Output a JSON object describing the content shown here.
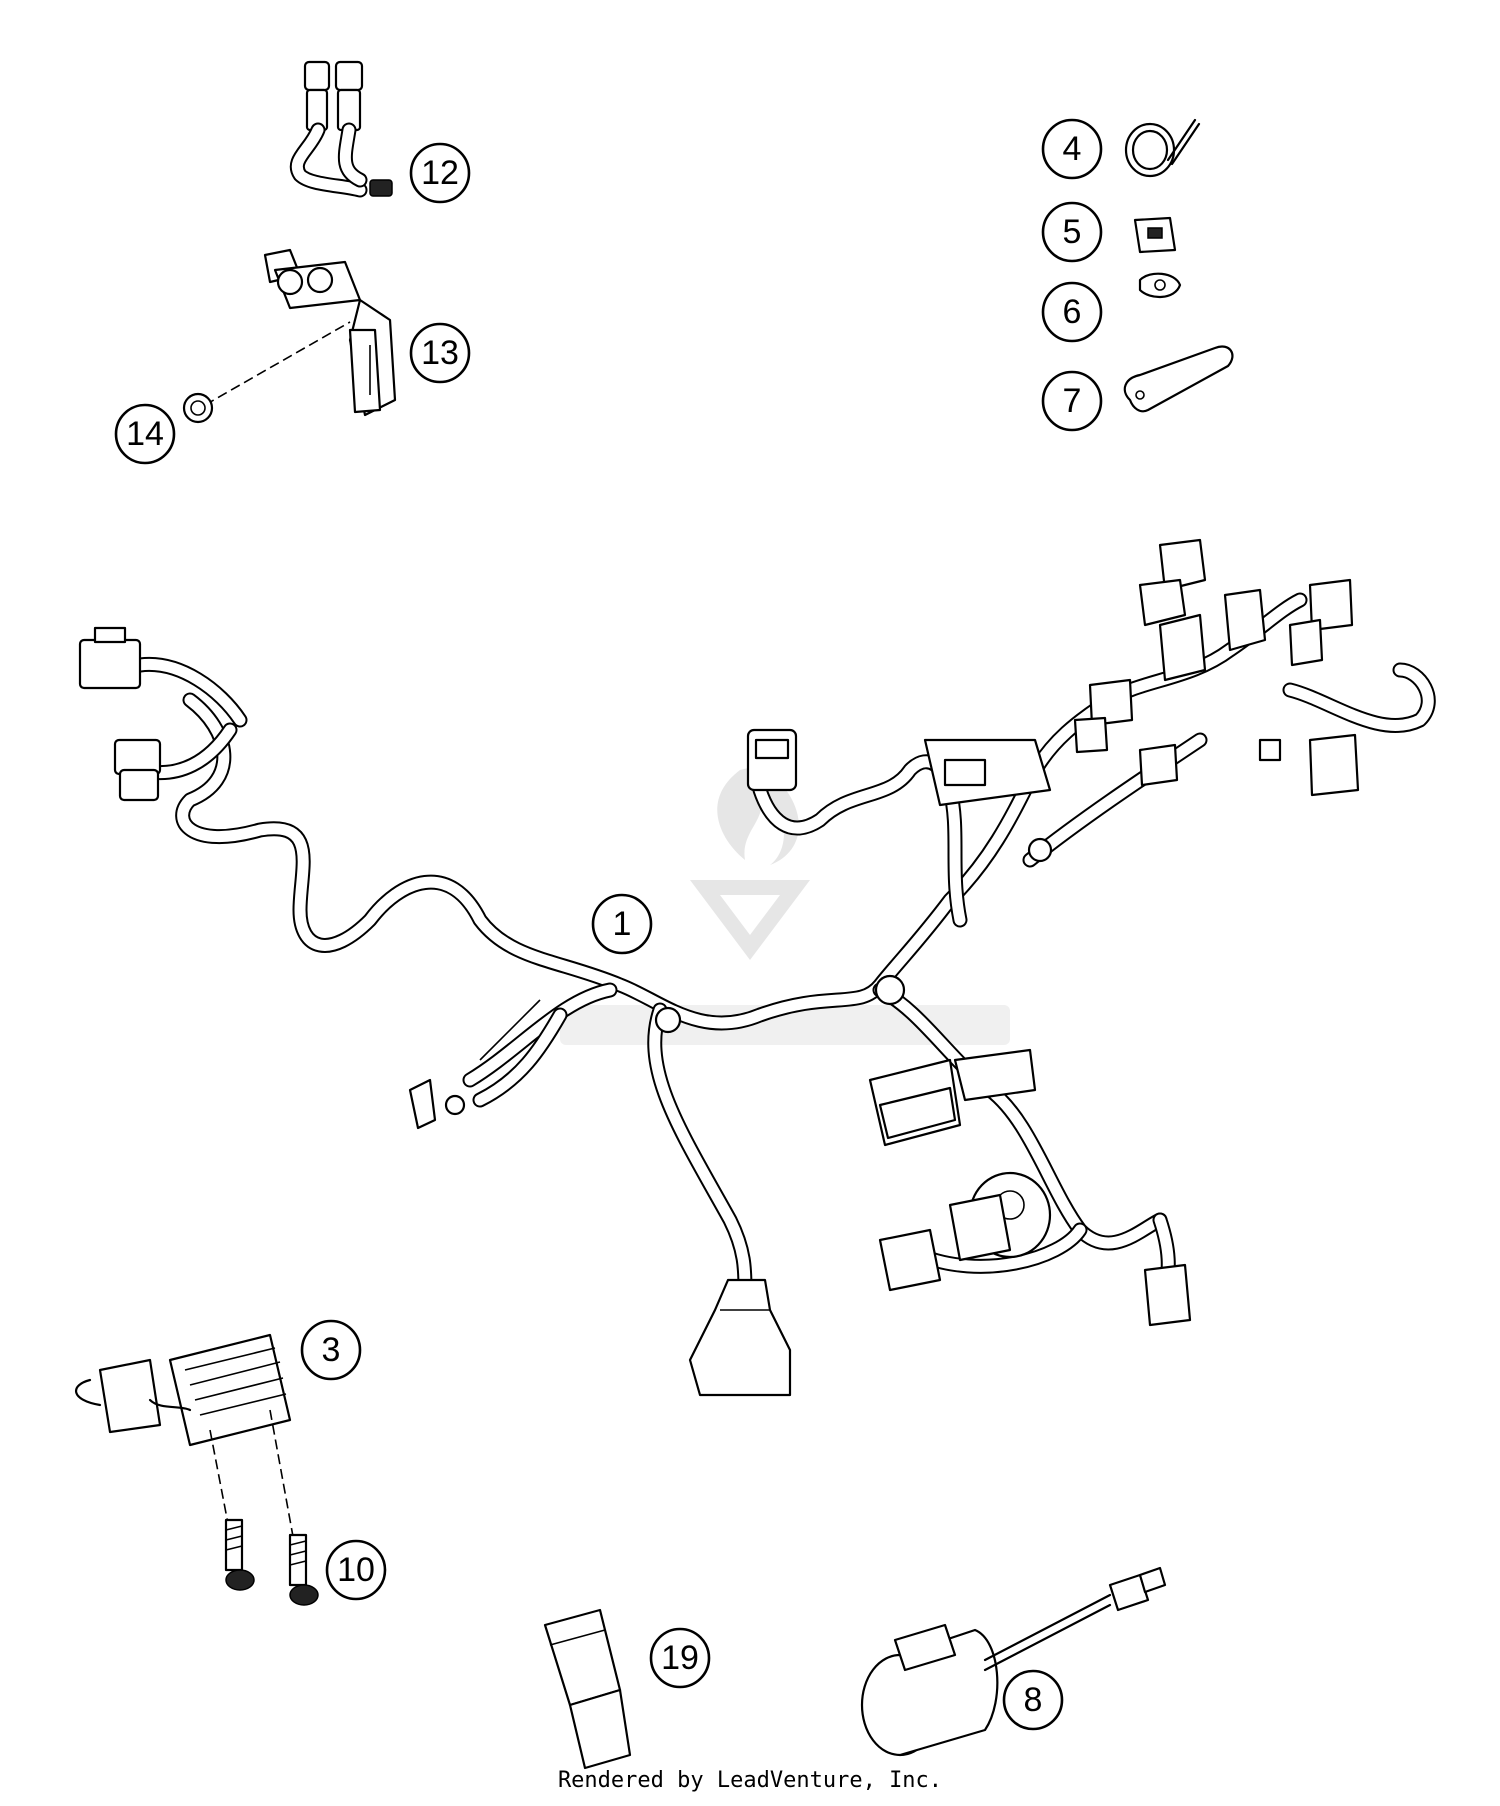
{
  "callouts": {
    "c1": "1",
    "c3": "3",
    "c4": "4",
    "c5": "5",
    "c6": "6",
    "c7": "7",
    "c8": "8",
    "c10": "10",
    "c12": "12",
    "c13": "13",
    "c14": "14",
    "c19": "19"
  },
  "footer": "Rendered by LeadVenture, Inc.",
  "colors": {
    "line": "#000000",
    "background": "#ffffff",
    "watermark": "#e6e6e6"
  }
}
